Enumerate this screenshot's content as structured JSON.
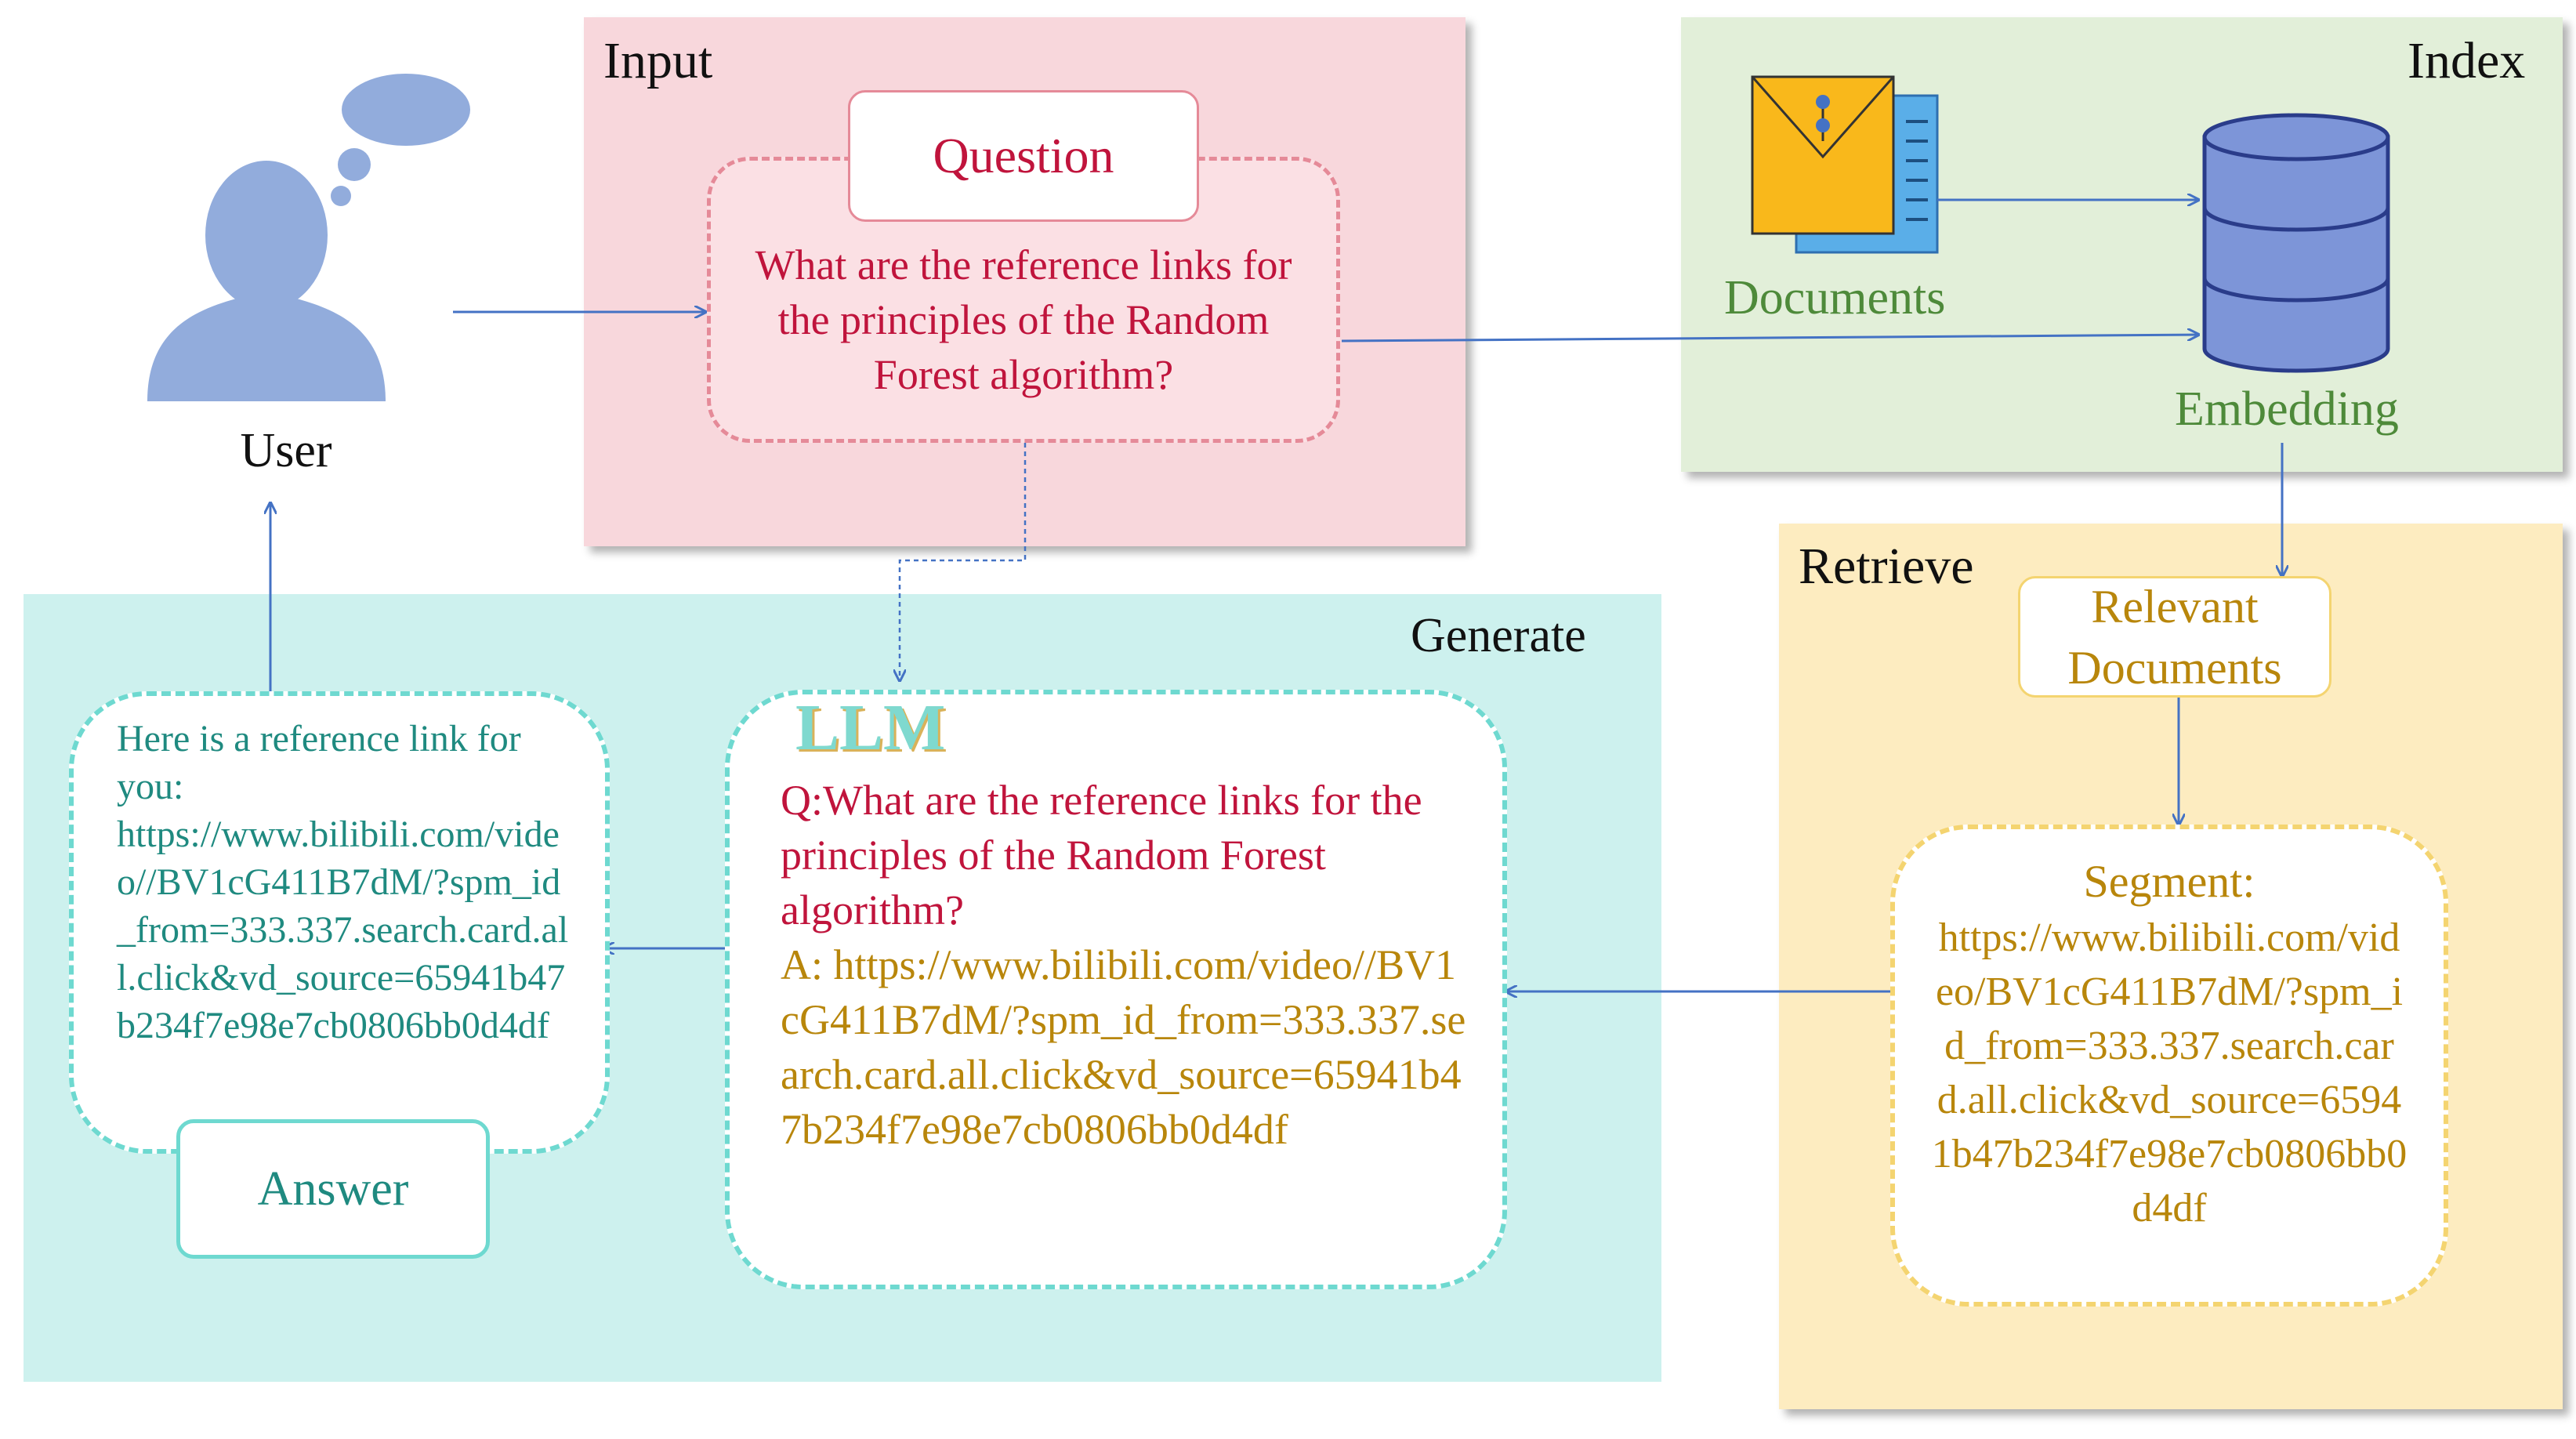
{
  "colors": {
    "input_bg": "#f8d7dc",
    "index_bg": "#e2efd9",
    "retrieve_bg": "#fdecc0",
    "generate_bg": "#cdf1ee",
    "question_red": "#c0143c",
    "answer_teal": "#1f8a80",
    "gold_text": "#b8860b",
    "green_text": "#4e8a3a",
    "arrow_blue": "#4472c4",
    "user_icon": "#92acdc"
  },
  "user": {
    "label": "User",
    "icon": "user-icon",
    "thought_icon": "thought-bubble-icon"
  },
  "input": {
    "title": "Input",
    "question_label": "Question",
    "question_text": "What are the reference links for the principles of the Random Forest algorithm?"
  },
  "index": {
    "title": "Index",
    "documents_label": "Documents",
    "documents_icon": "document-envelope-icon",
    "embedding_label": "Embedding",
    "embedding_icon": "database-icon"
  },
  "retrieve": {
    "title": "Retrieve",
    "relevant_label": "Relevant Documents",
    "segment_label": "Segment:",
    "segment_text": "https://www.bilibili.com/video/BV1cG411B7dM/?spm_id_from=333.337.search.card.all.click&vd_source=65941b47b234f7e98e7cb0806bb0d4df"
  },
  "generate": {
    "title": "Generate",
    "llm_label": "LLM",
    "llm_question": "Q:What are the reference links for the principles of the Random Forest algorithm?",
    "llm_answer": "A:  https://www.bilibili.com/video//BV1cG411B7dM/?spm_id_from=333.337.search.card.all.click&vd_source=65941b47b234f7e98e7cb0806bb0d4df",
    "answer_intro": "Here is a reference link for you:",
    "answer_link": "https://www.bilibili.com/video//BV1cG411B7dM/?spm_id_from=333.337.search.card.all.click&vd_source=65941b47b234f7e98e7cb0806bb0d4df",
    "answer_label": "Answer"
  }
}
